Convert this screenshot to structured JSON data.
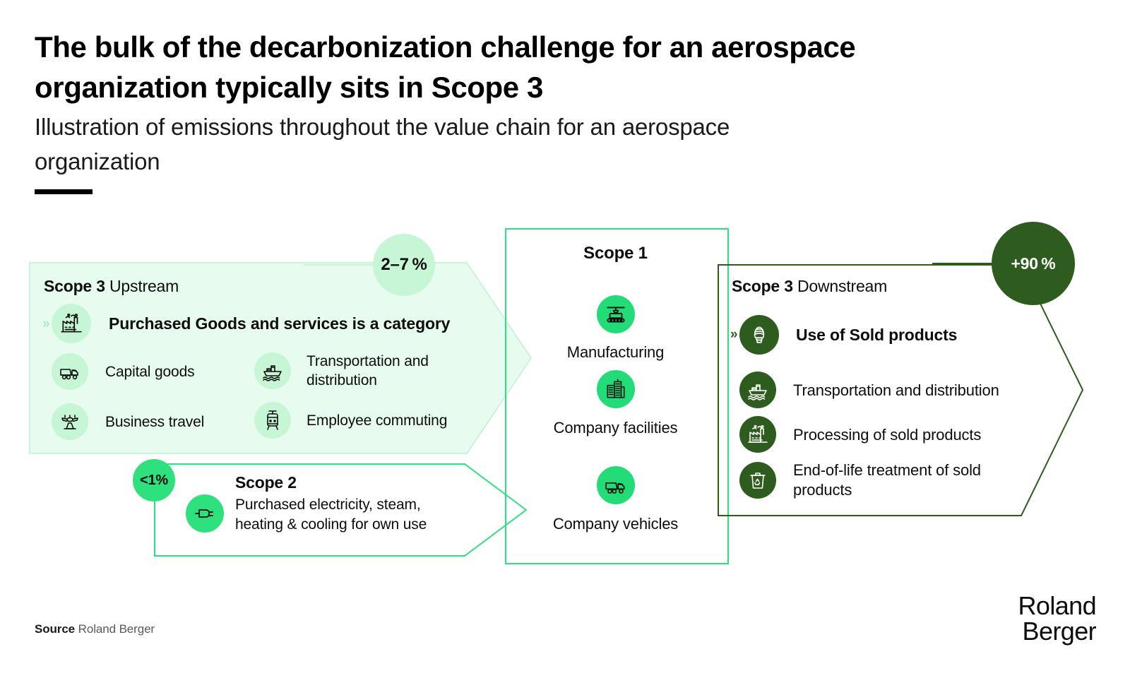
{
  "header": {
    "title": "The bulk of the decarbonization challenge for an aerospace organization typically sits in Scope 3",
    "subtitle": "Illustration of emissions throughout the value chain for an aerospace organization"
  },
  "colors": {
    "mint_fill": "#e8fbef",
    "mint_stroke": "#c8f5da",
    "mint_badge": "#c6f6d5",
    "bright_green": "#2ee07e",
    "dark_green": "#2e5b1e",
    "ink": "#0d0d0d"
  },
  "upstream": {
    "title_bold": "Scope 3",
    "title_rest": "Upstream",
    "badge": "2–7 %",
    "chevron": "»",
    "highlight": {
      "icon": "factory-icon",
      "label": "Purchased Goods and services is a category"
    },
    "items": [
      {
        "icon": "dump-truck-icon",
        "label": "Capital goods"
      },
      {
        "icon": "cargo-ship-icon",
        "label": "Transportation and distribution"
      },
      {
        "icon": "airplane-icon",
        "label": "Business travel"
      },
      {
        "icon": "tram-icon",
        "label": "Employee commuting"
      }
    ]
  },
  "scope2": {
    "badge": "<1%",
    "title": "Scope 2",
    "icon": "power-plug-icon",
    "label": "Purchased electricity, steam, heating & cooling for own use"
  },
  "scope1": {
    "title": "Scope 1",
    "items": [
      {
        "icon": "assembly-line-icon",
        "label": "Manufacturing"
      },
      {
        "icon": "office-buildings-icon",
        "label": "Company facilities"
      },
      {
        "icon": "dump-truck-icon",
        "label": "Company vehicles"
      }
    ]
  },
  "downstream": {
    "title_bold": "Scope 3",
    "title_rest": "Downstream",
    "badge": "+90 %",
    "chevron": "»",
    "highlight": {
      "icon": "cfl-bulb-icon",
      "label": "Use of Sold products"
    },
    "items": [
      {
        "icon": "cargo-ship-icon",
        "label": "Transportation and distribution"
      },
      {
        "icon": "factory-icon",
        "label": "Processing of sold products"
      },
      {
        "icon": "recycle-bin-icon",
        "label": "End-of-life treatment of sold products"
      }
    ]
  },
  "footer": {
    "source_label": "Source",
    "source_value": "Roland Berger",
    "logo_line1": "Roland",
    "logo_line2": "Berger"
  }
}
